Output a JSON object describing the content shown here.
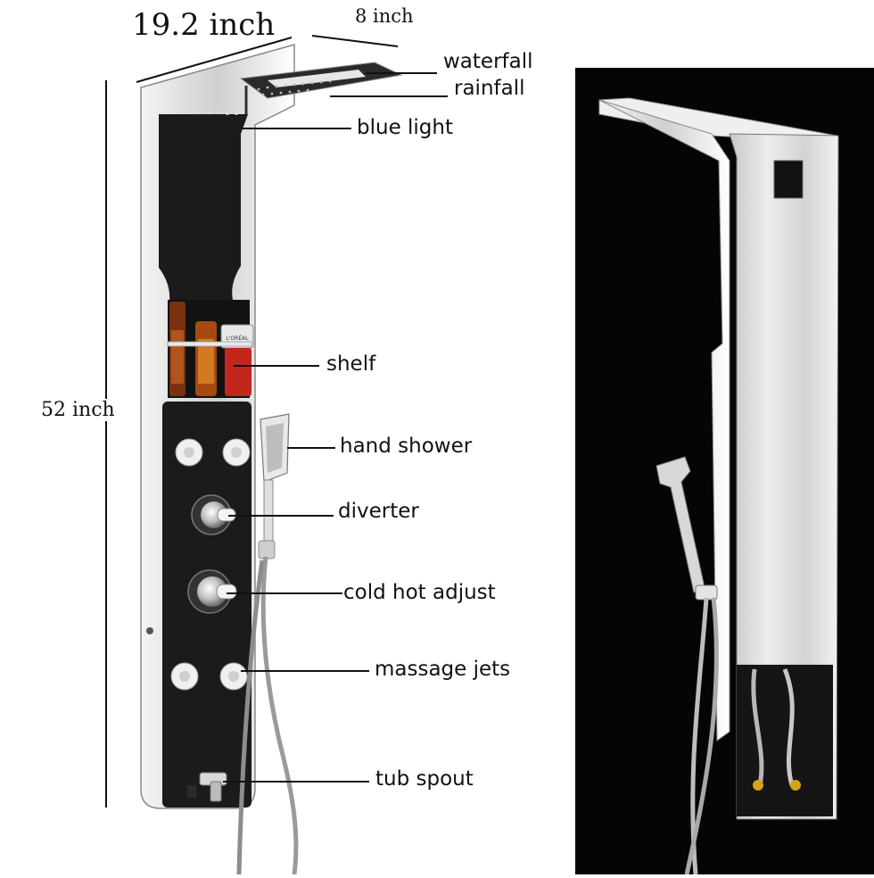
{
  "dimensions": {
    "width": "19.2 inch",
    "depth": "8 inch",
    "height": "52 inch"
  },
  "callouts": {
    "waterfall": "waterfall",
    "rainfall": "rainfall",
    "blue_light": "blue light",
    "shelf": "shelf",
    "hand_shower": "hand shower",
    "diverter": "diverter",
    "cold_hot_adjust": "cold hot adjust",
    "massage_jets": "massage jets",
    "tub_spout": "tub spout"
  },
  "product_label": "L'ORÉAL",
  "colors": {
    "panel_black": "#1b1b1b",
    "chrome": "#dcdcdc",
    "photo_background": "#050505",
    "bottle_amber": "#b0551c",
    "tube_red": "#c3261c"
  }
}
